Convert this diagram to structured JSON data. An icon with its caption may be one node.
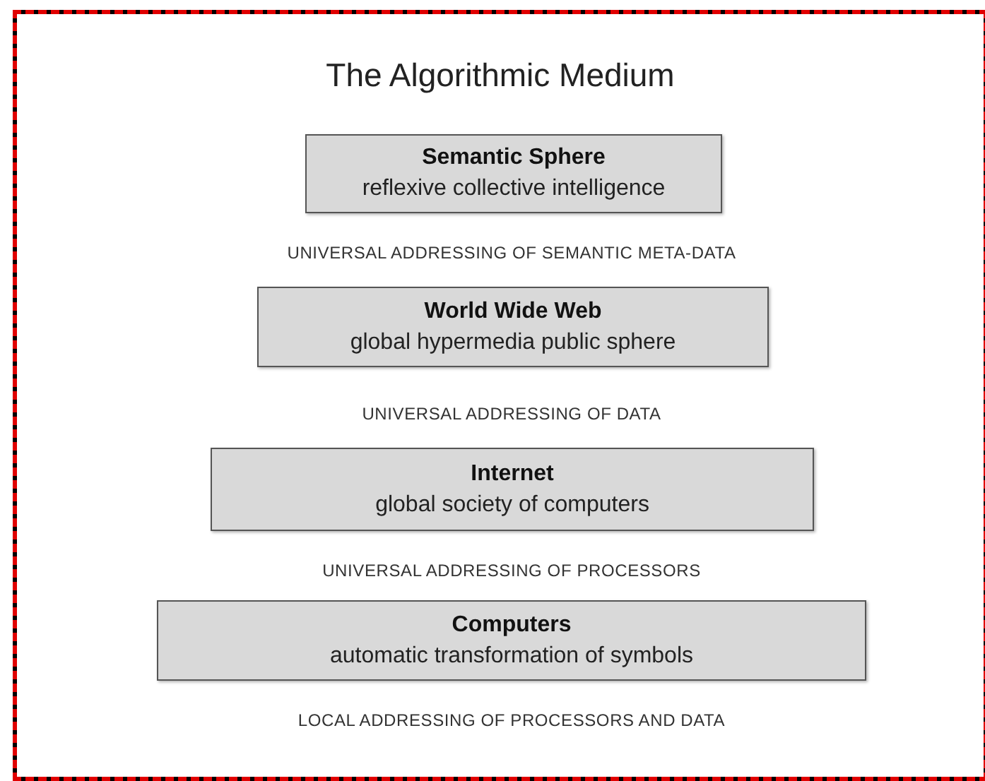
{
  "diagram": {
    "title": "The Algorithmic Medium",
    "nodes": [
      {
        "text": [
          "Semantic Sphere",
          "reflexive collective intelligence"
        ]
      },
      {
        "text": [
          "World Wide Web",
          "global hypermedia public sphere"
        ]
      },
      {
        "text": [
          "Internet",
          "global society of computers"
        ]
      },
      {
        "text": [
          "Computers",
          "automatic transformation of symbols"
        ]
      }
    ],
    "labels": [
      "UNIVERSAL ADDRESSING OF SEMANTIC META-DATA",
      "UNIVERSAL ADDRESSING OF DATA",
      "UNIVERSAL ADDRESSING OF PROCESSORS",
      "LOCAL ADDRESSING OF PROCESSORS AND DATA"
    ]
  }
}
